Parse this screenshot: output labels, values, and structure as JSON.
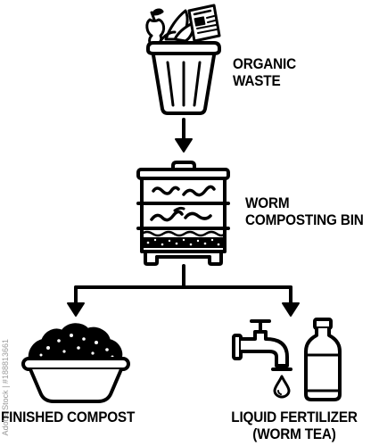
{
  "diagram": {
    "stages": {
      "organic_waste": {
        "line1": "ORGANIC",
        "line2": "WASTE"
      },
      "worm_bin": {
        "line1": "WORM",
        "line2": "COMPOSTING BIN"
      },
      "finished_compost": {
        "label": "FINISHED COMPOST"
      },
      "liquid_fertilizer": {
        "line1": "LIQUID FERTILIZER",
        "line2": "(WORM TEA)"
      }
    },
    "watermark": {
      "stock_id": "Adobe Stock | #188813661"
    }
  }
}
